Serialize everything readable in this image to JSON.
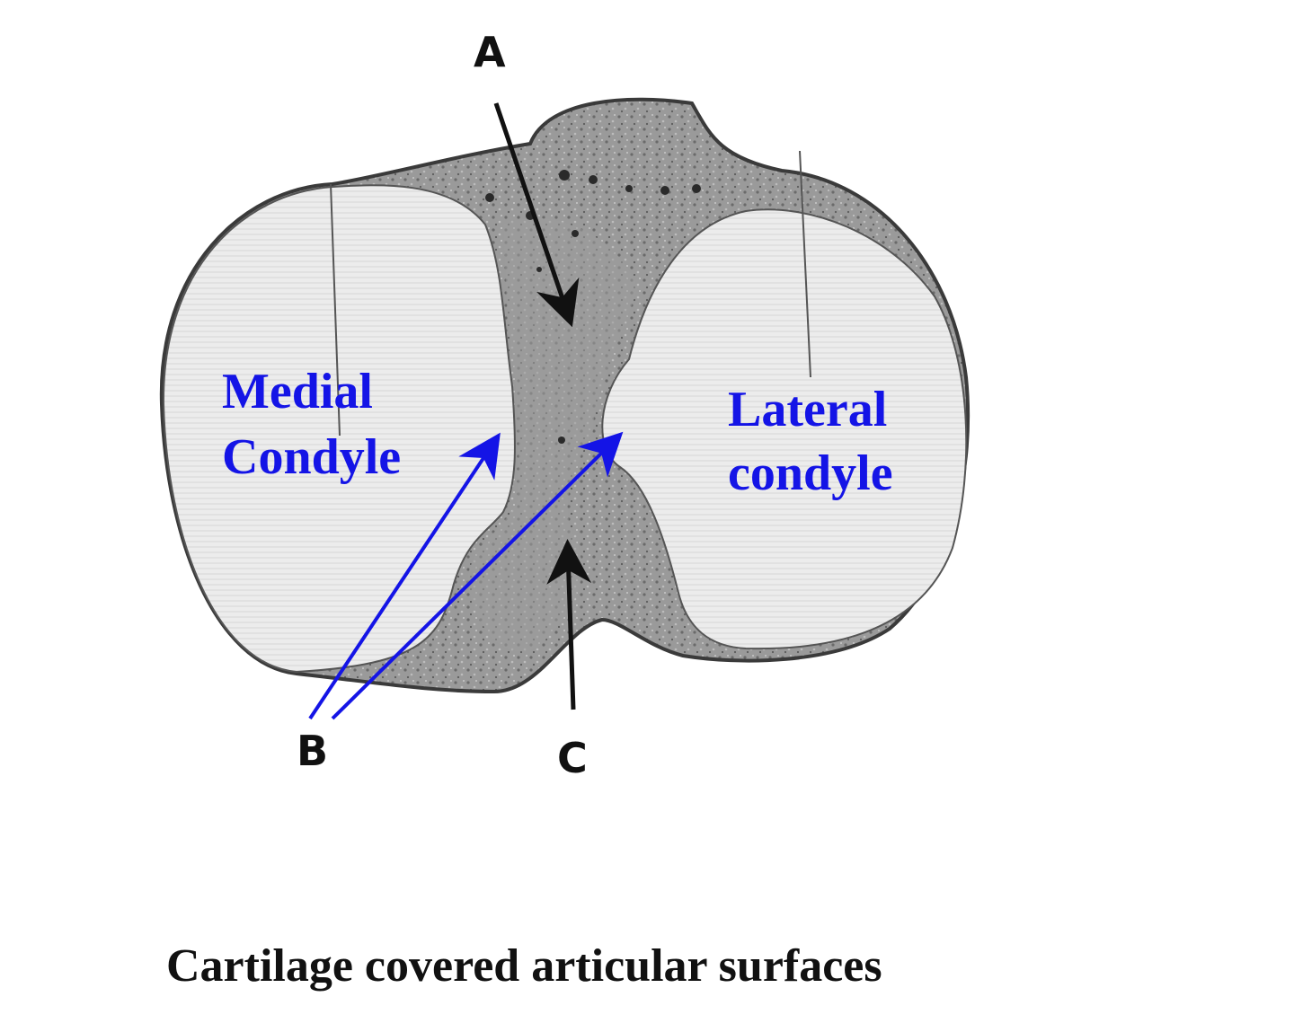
{
  "labels": {
    "a": "A",
    "b": "B",
    "c": "C",
    "medial_line1": "Medial",
    "medial_line2": "Condyle",
    "lateral_line1": "Lateral",
    "lateral_line2": "condyle"
  },
  "caption": "Cartilage covered articular surfaces",
  "colors": {
    "label_blue": "#1414e6",
    "arrow_black": "#111111",
    "bone_outline": "#3a3a3a",
    "cartilage": "#f4f4f4",
    "bone_shade": "#8c8c8c"
  }
}
